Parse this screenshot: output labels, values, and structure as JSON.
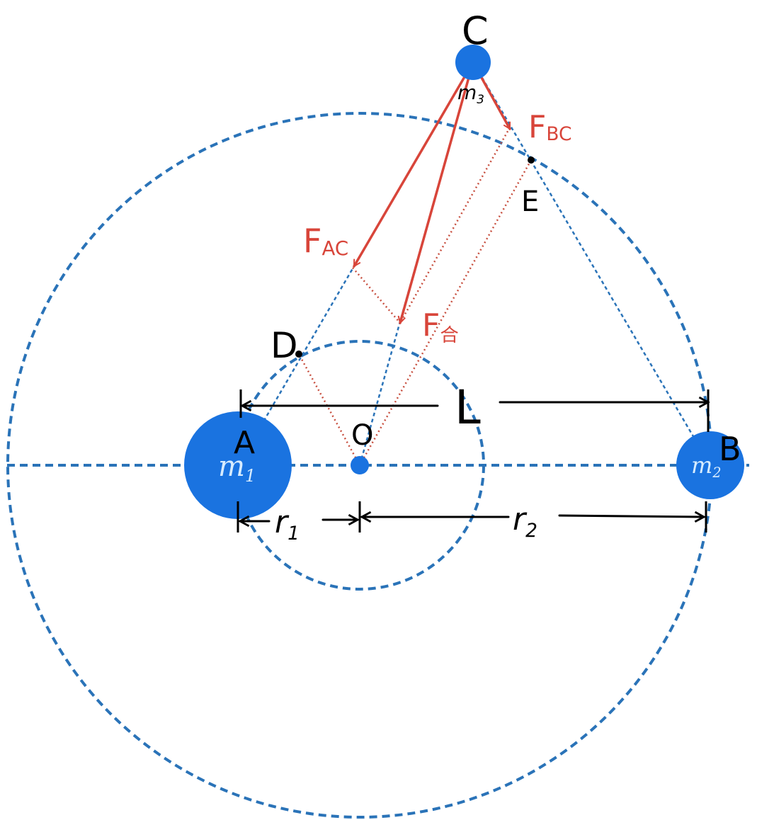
{
  "points": {
    "C": "C",
    "D": "D",
    "E": "E",
    "O": "O",
    "A": "A",
    "B": "B"
  },
  "masses": {
    "m1": "m",
    "m1_sub": "1",
    "m2": "m",
    "m2_sub": "2",
    "m3": "m",
    "m3_sub": "3"
  },
  "forces": {
    "F_AC": "F",
    "F_AC_sub": "AC",
    "F_BC": "F",
    "F_BC_sub": "BC",
    "F_net": "F",
    "F_net_sub": "合"
  },
  "dimensions": {
    "L": "L",
    "r1": "r",
    "r1_sub": "1",
    "r2": "r",
    "r2_sub": "2"
  },
  "colors": {
    "orbit": "#2a73b8",
    "body": "#1a73e0",
    "force": "#d8453a",
    "dimension": "#000000"
  }
}
